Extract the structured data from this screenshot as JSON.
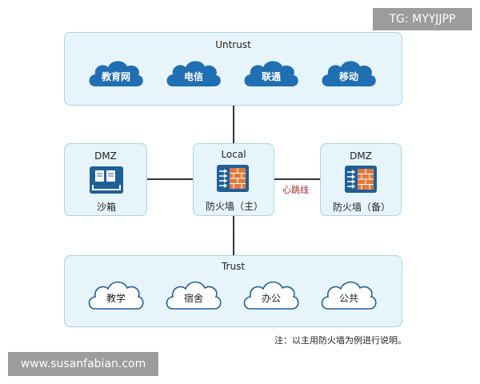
{
  "untrust": {
    "title": "Untrust",
    "clouds": [
      "教育网",
      "电信",
      "联通",
      "移动"
    ]
  },
  "dmz_left": {
    "title": "DMZ",
    "device": "沙箱"
  },
  "local": {
    "title": "Local",
    "device": "防火墙（主）"
  },
  "dmz_right": {
    "title": "DMZ",
    "device": "防火墙（备）"
  },
  "heartbeat": "心跳线",
  "trust": {
    "title": "Trust",
    "clouds": [
      "教学",
      "宿舍",
      "办公",
      "公共"
    ]
  },
  "note": "注：以主用防火墙为例进行说明。",
  "watermarks": {
    "top": "TG: MYYJJPP",
    "bottom": "www.susanfabian.com"
  },
  "colors": {
    "zone_fill": "#e8f4fb",
    "zone_border": "#a8d3ec",
    "untrust_cloud": "#1f6fb2",
    "trust_cloud_fill": "#ffffff",
    "trust_cloud_stroke": "#1f5f99",
    "device_blue": "#1f5f99",
    "brick": "#e07a3c",
    "heartbeat_text": "#a52a2a"
  }
}
